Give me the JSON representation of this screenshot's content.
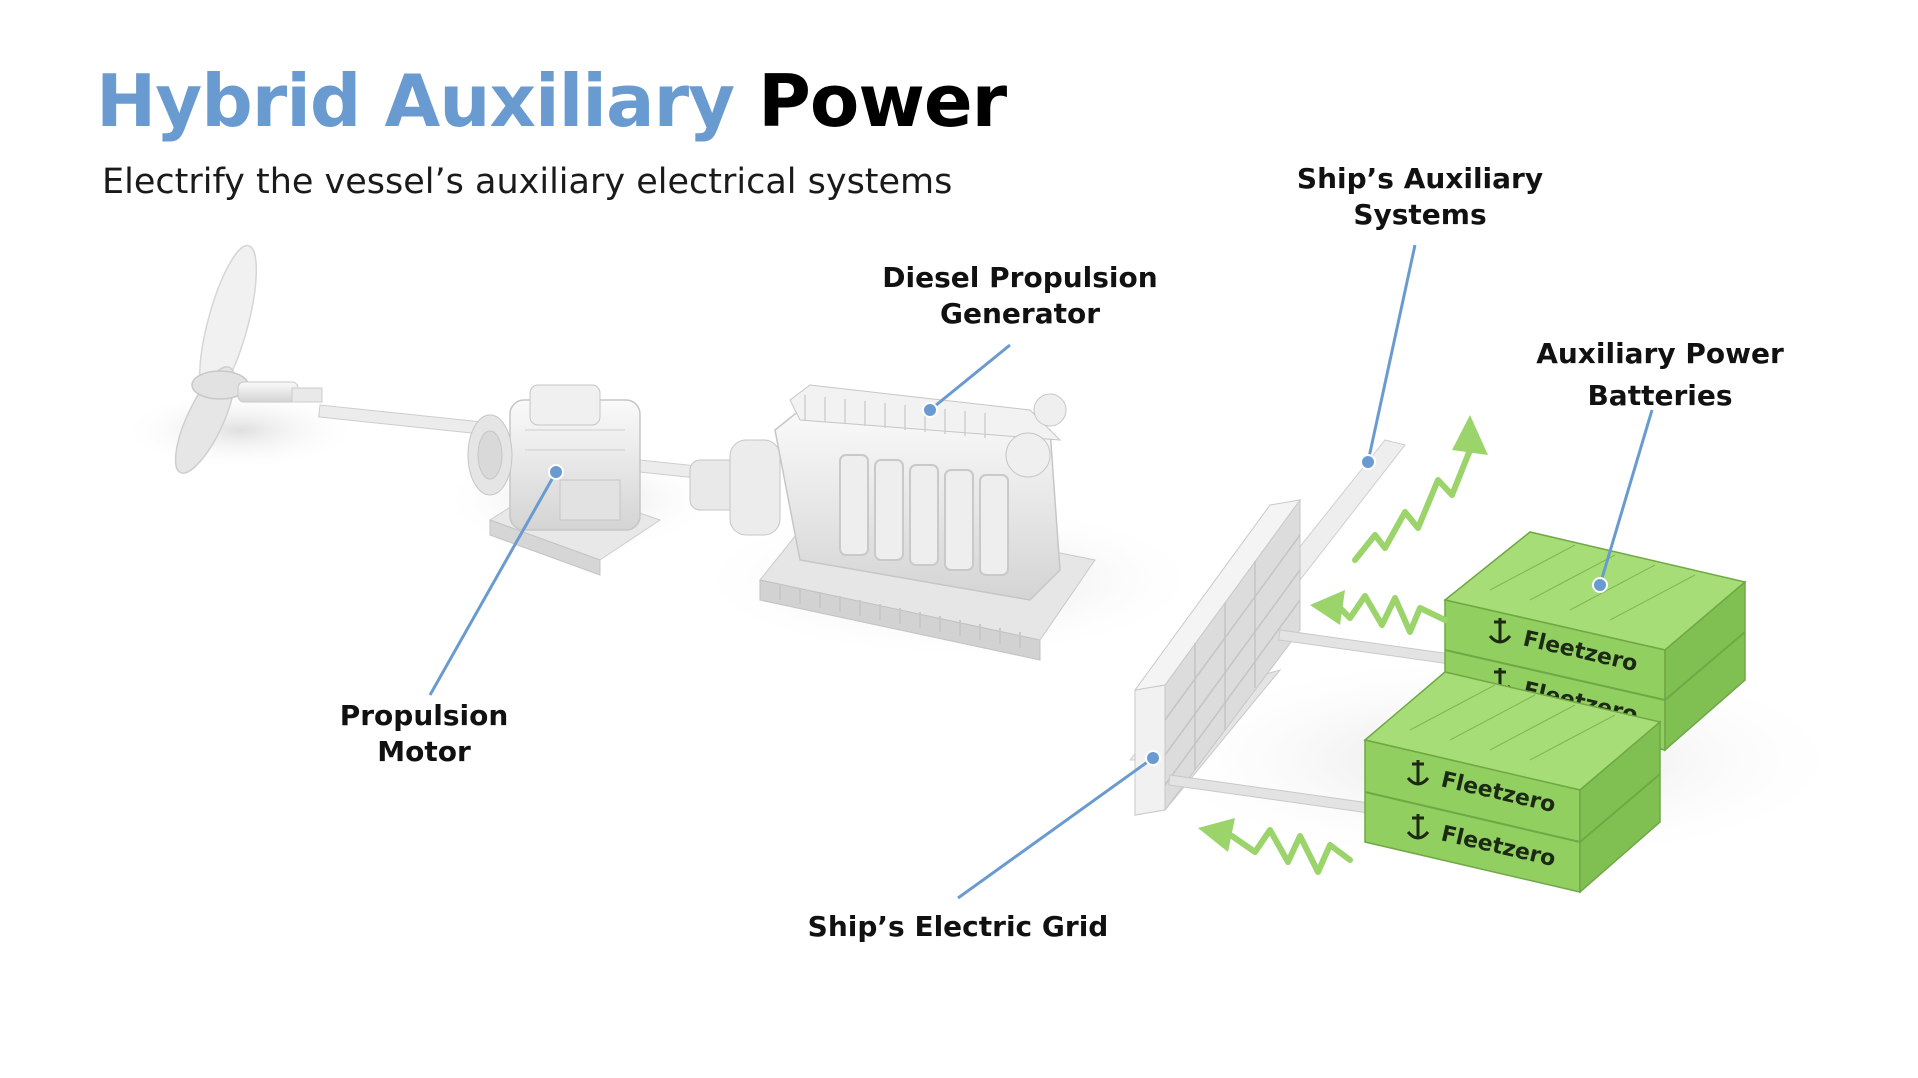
{
  "header": {
    "title_accent": "Hybrid Auxiliary",
    "title_plain": "Power",
    "subtitle": "Electrify the vessel’s auxiliary electrical systems"
  },
  "components": {
    "propulsion_motor": {
      "line1": "Propulsion",
      "line2": "Motor"
    },
    "diesel_generator": {
      "line1": "Diesel Propulsion",
      "line2": "Generator"
    },
    "auxiliary_systems": {
      "line1": "Ship’s Auxiliary",
      "line2": "Systems"
    },
    "auxiliary_batteries": {
      "line1": "Auxiliary Power",
      "line2": "Batteries"
    },
    "electric_grid": {
      "line1": "Ship’s Electric Grid"
    }
  },
  "battery_brand": "Fleetzero",
  "colors": {
    "accent_blue": "#6a9bd0",
    "battery_green": "#8fce5e",
    "energy_arrow_green": "#9bd46a",
    "machinery_gray": "#e6e6e6"
  }
}
